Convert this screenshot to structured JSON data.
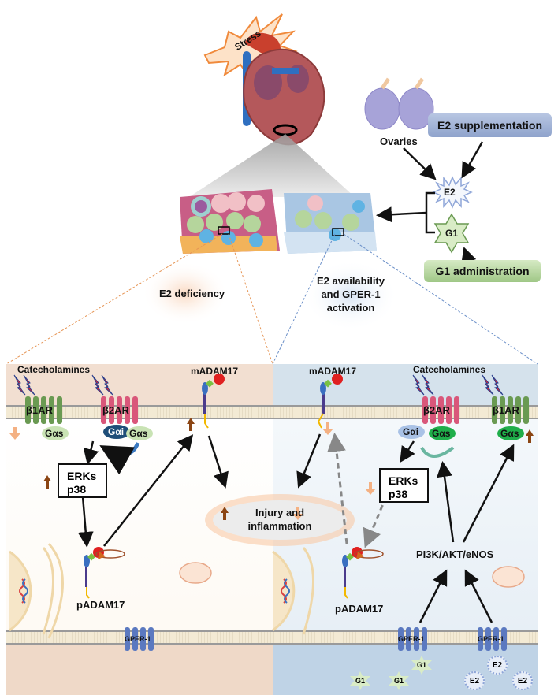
{
  "top": {
    "stress_label": "Stress",
    "ovaries_label": "Ovaries",
    "e2_supplementation_label": "E2 supplementation",
    "g1_administration_label": "G1 administration",
    "e2_label": "E2",
    "g1_label": "G1",
    "e2_deficiency_label": "E2 deficiency",
    "e2_availability_label_line1": "E2 availability",
    "e2_availability_label_line2": "and GPER-1",
    "e2_availability_label_line3": "activation"
  },
  "left_panel": {
    "catecholamines_label": "Catecholamines",
    "b1ar_label": "β1AR",
    "b2ar_label": "β2AR",
    "gas_label": "Gαs",
    "gai_label": "Gαi",
    "gas2_label": "Gαs",
    "madam17_label": "mADAM17",
    "erks_label": "ERKs",
    "p38_label": "p38",
    "padam17_label": "pADAM17",
    "gper1_label": "GPER-1"
  },
  "center": {
    "injury_line1": "Injury and",
    "injury_line2": "inflammation"
  },
  "right_panel": {
    "catecholamines_label": "Catecholamines",
    "b2ar_label": "β2AR",
    "b1ar_label": "β1AR",
    "gai_label": "Gαi",
    "gas_label": "Gαs",
    "gas2_label": "Gαs",
    "madam17_label": "mADAM17",
    "erks_label": "ERKs",
    "p38_label": "p38",
    "padam17_label": "pADAM17",
    "pi3k_label": "PI3K/AKT/eNOS",
    "gper1_a_label": "GPER-1",
    "gper1_b_label": "GPER-1",
    "g1_ligands": [
      "G1",
      "G1",
      "G1"
    ],
    "e2_ligands": [
      "E2",
      "E2",
      "E2"
    ]
  },
  "colors": {
    "left_bg": "#f3e3d6",
    "right_bg": "#dce7f0",
    "up_arrow": "#8b4513",
    "down_arrow": "#f4b183",
    "b1ar": "#6a9a52",
    "b2ar": "#d9577a",
    "gper": "#5b79c0",
    "e2_box": "#8fa3cc",
    "g1_box": "#9fc786"
  }
}
